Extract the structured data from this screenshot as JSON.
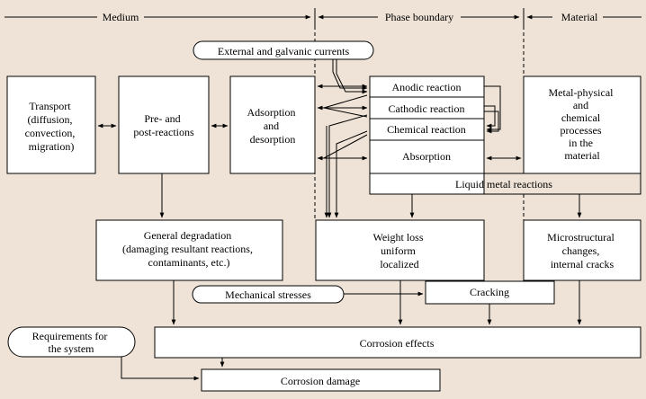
{
  "header": {
    "medium": "Medium",
    "phase_boundary": "Phase boundary",
    "material": "Material"
  },
  "nodes": {
    "external_currents": "External and galvanic currents",
    "transport": [
      "Transport",
      "(diffusion,",
      "convection,",
      "migration)"
    ],
    "pre_post": [
      "Pre- and",
      "post-reactions"
    ],
    "adsorption": [
      "Adsorption",
      "and",
      "desorption"
    ],
    "anodic": "Anodic reaction",
    "cathodic": "Cathodic reaction",
    "chemical": "Chemical reaction",
    "absorption": "Absorption",
    "liquid_metal": "Liquid metal reactions",
    "metal_physical": [
      "Metal-physical",
      "and",
      "chemical",
      "processes",
      "in the",
      "material"
    ],
    "general_degradation": [
      "General degradation",
      "(damaging resultant reactions,",
      "contaminants, etc.)"
    ],
    "weight_loss": [
      "Weight loss",
      "uniform",
      "localized"
    ],
    "microstructural": [
      "Microstructural",
      "changes,",
      "internal cracks"
    ],
    "mechanical_stresses": "Mechanical stresses",
    "cracking": "Cracking",
    "requirements": [
      "Requirements for",
      "the system"
    ],
    "corrosion_effects": "Corrosion effects",
    "corrosion_damage": "Corrosion damage"
  },
  "colors": {
    "background": "#eee3d6",
    "box_fill": "#ffffff",
    "stroke": "#000000"
  }
}
